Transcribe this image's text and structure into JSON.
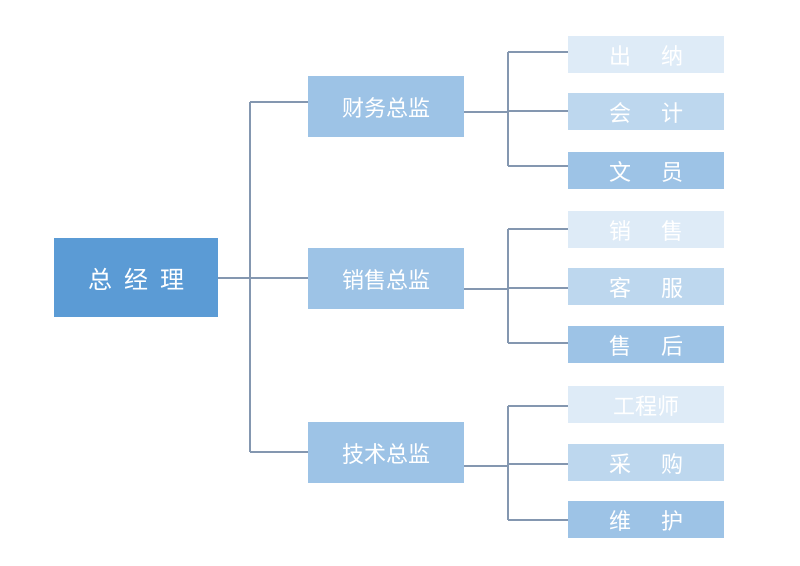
{
  "root": {
    "label": "总经理"
  },
  "departments": [
    {
      "label": "财务总监",
      "children": [
        "出纳",
        "会计",
        "文员"
      ]
    },
    {
      "label": "销售总监",
      "children": [
        "销售",
        "客服",
        "售后"
      ]
    },
    {
      "label": "技术总监",
      "children": [
        "工程师",
        "采购",
        "维护"
      ]
    }
  ],
  "colors": {
    "root": "#5b9bd5",
    "department": "#9dc3e6",
    "leaf_light": "#deebf7",
    "leaf_medium": "#bdd7ee",
    "leaf_dark": "#9dc3e6",
    "connector": "#8497b0",
    "text": "#ffffff"
  }
}
